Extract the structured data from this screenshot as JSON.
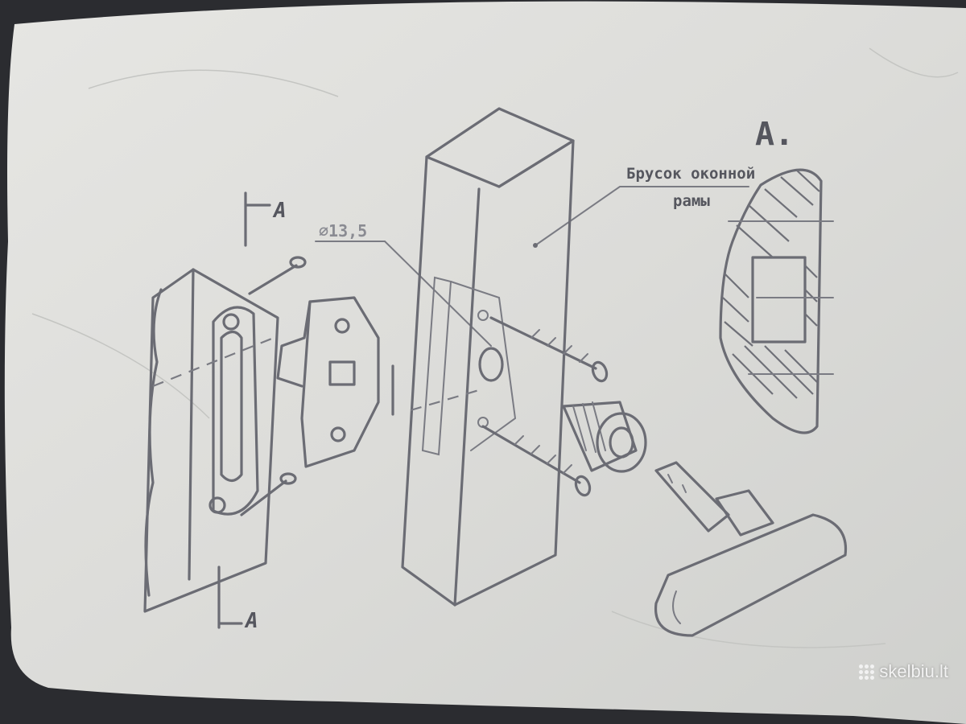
{
  "labels": {
    "view_marker": "А.",
    "bar_label_line1": "Брусок оконной",
    "bar_label_line2": "рамы",
    "diameter": "⌀13,5",
    "section_top": "А",
    "section_bottom": "А"
  },
  "watermark": {
    "text": "skelbiu.lt",
    "icon": "dots-grid-icon"
  },
  "colors": {
    "paper": "#dfdfdc",
    "ink": "#6b6c74",
    "background": "#2b2c30"
  }
}
